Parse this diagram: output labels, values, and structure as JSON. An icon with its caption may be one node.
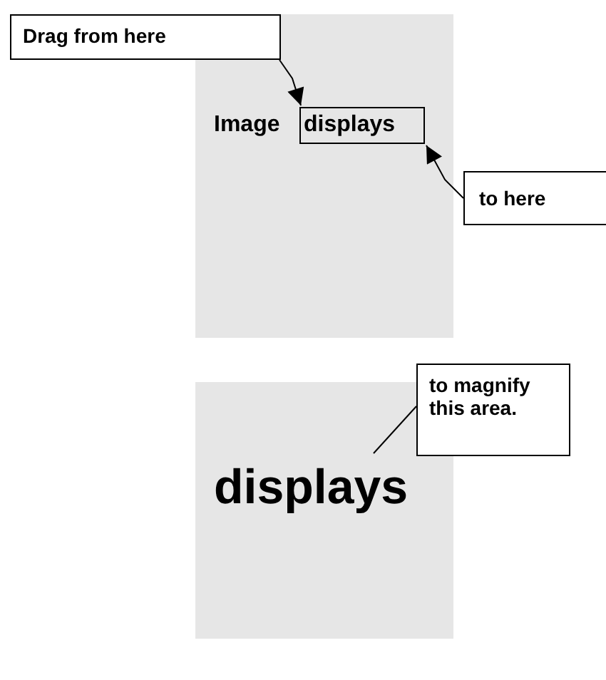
{
  "diagram": {
    "nodes": [
      {
        "text": [
          "Image"
        ]
      },
      {
        "text": [
          "displays"
        ],
        "in": 0
      },
      {
        "text": [
          "Drag from here"
        ]
      },
      {
        "text": [
          "to here"
        ]
      },
      {
        "text": [
          "displays"
        ]
      },
      {
        "text": [
          "to magnify this area."
        ]
      }
    ],
    "edges": [
      {
        "from": 2,
        "to": 1,
        "arrow": "to"
      },
      {
        "from": 3,
        "to": 1,
        "arrow": "to"
      },
      {
        "from": 5,
        "to": 4,
        "arrow": "none"
      }
    ]
  }
}
